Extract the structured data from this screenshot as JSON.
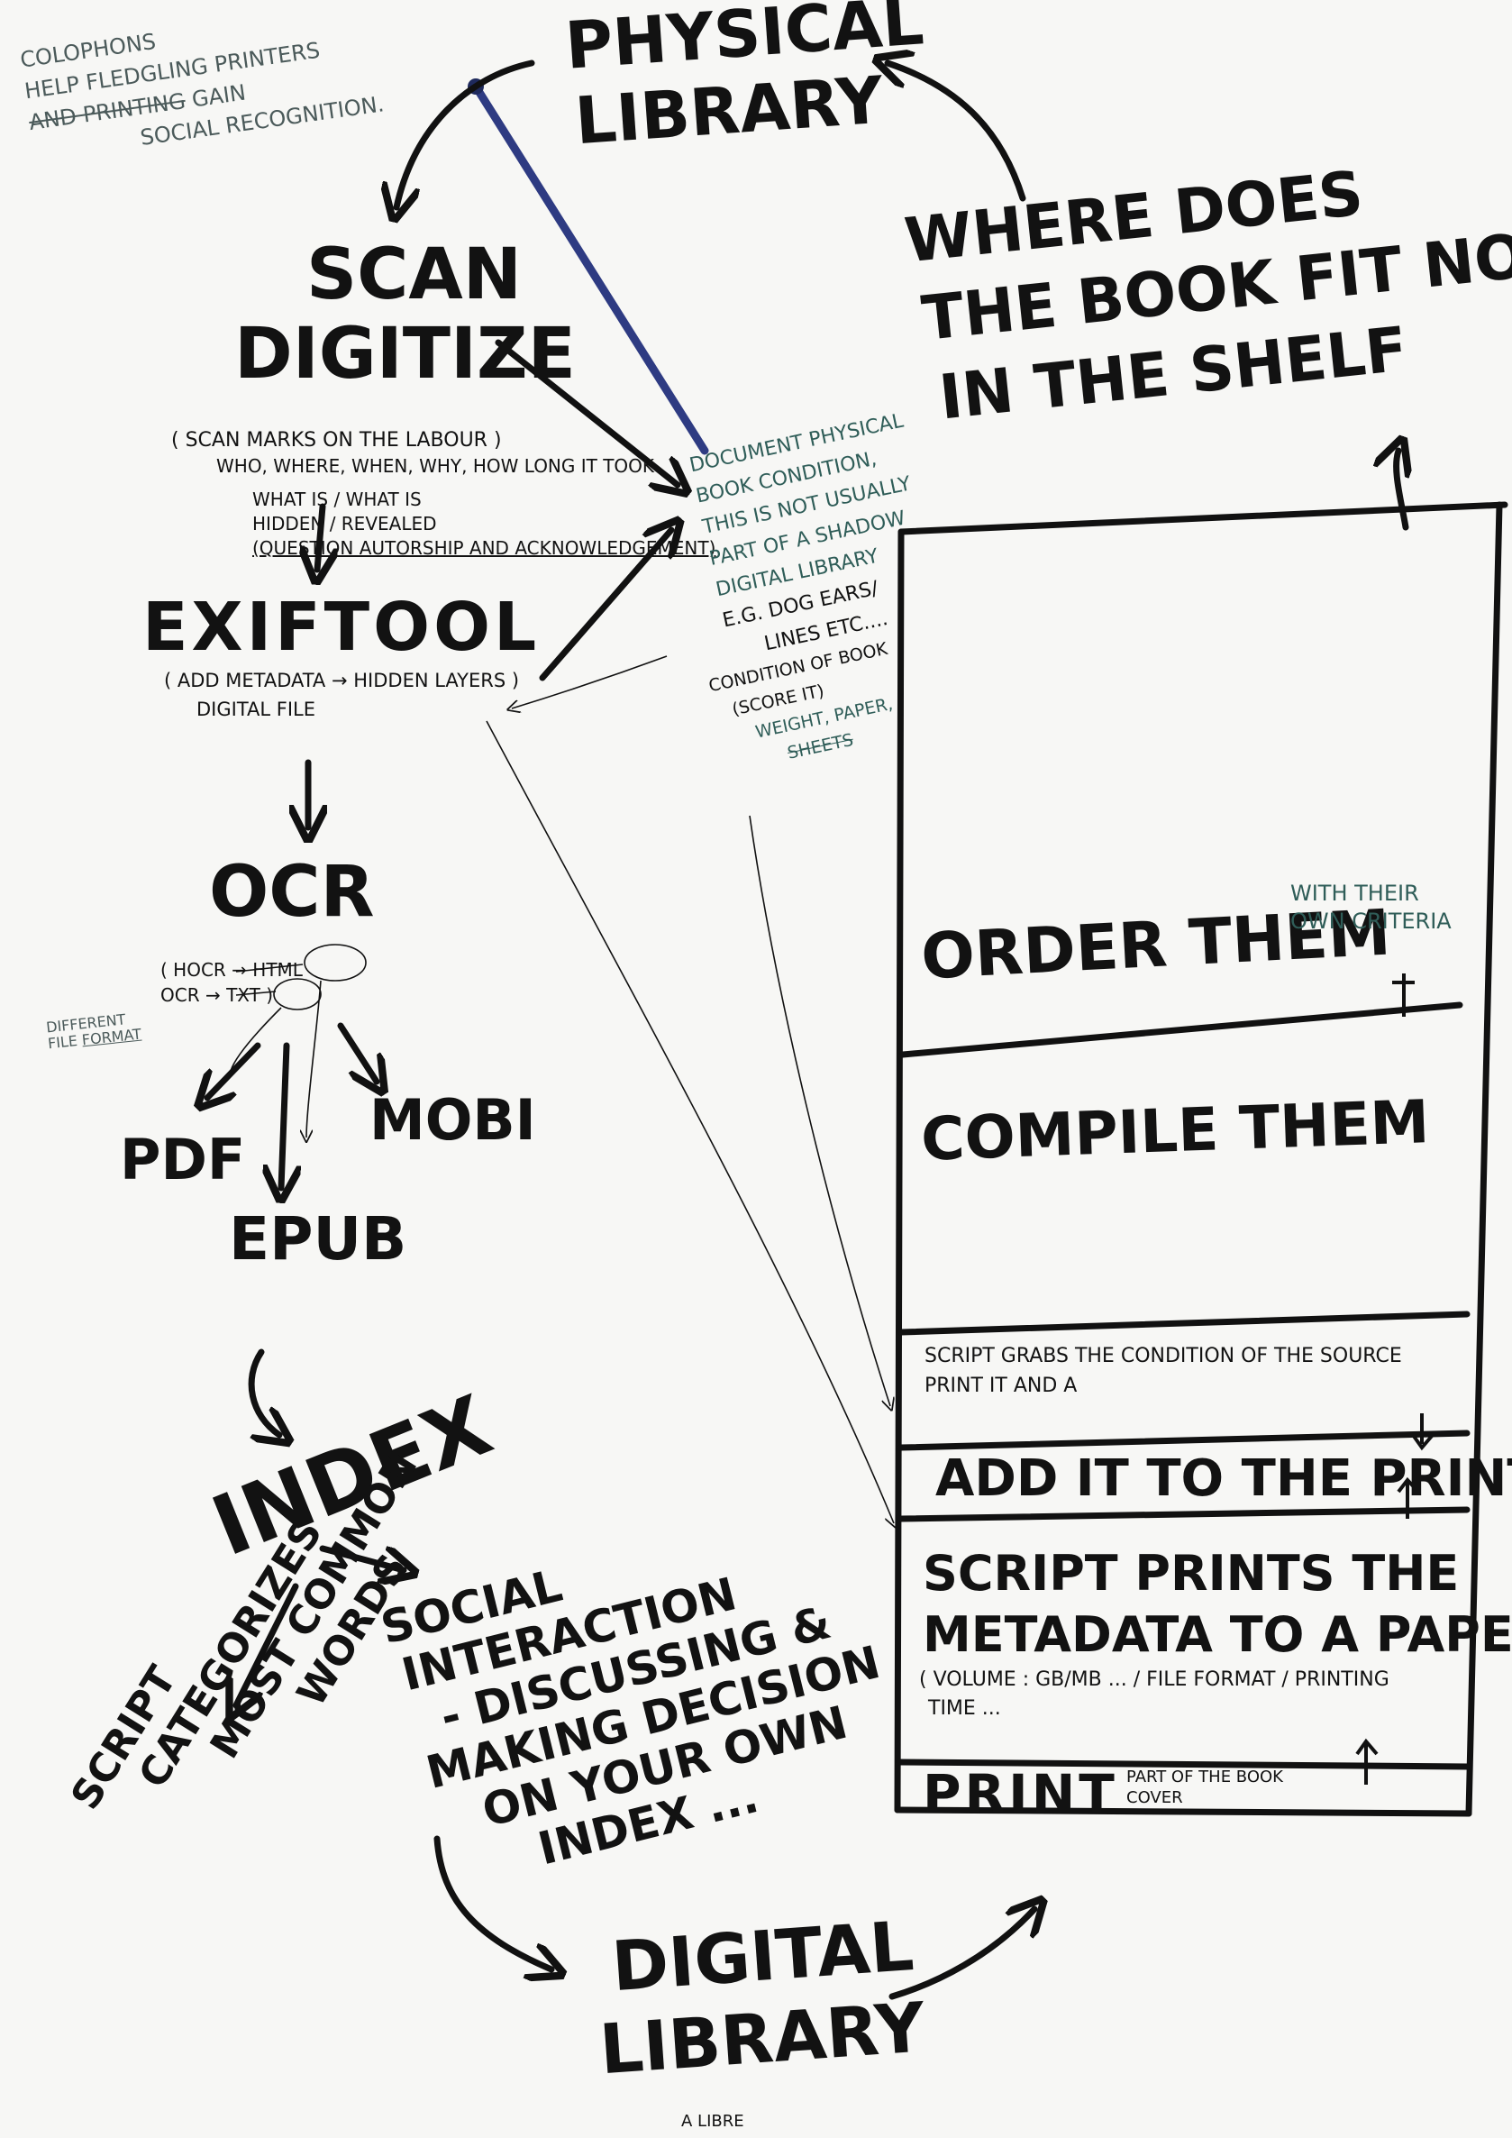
{
  "nodes": {
    "physical_library": [
      "PHYSICAL",
      "LIBRARY"
    ],
    "scan_digitize": [
      "SCAN",
      "DIGITIZE"
    ],
    "scan_note": [
      "( SCAN MARKS ON THE LABOUR )",
      "WHO, WHERE, WHEN, WHY, HOW LONG IT TOOK",
      "WHAT IS / WHAT IS",
      "HIDDEN / REVEALED",
      "(QUESTION AUTORSHIP AND ACKNOWLEDGEMENT)"
    ],
    "exiftool": "EXIFTOOL",
    "exiftool_note": [
      "( ADD METADATA → HIDDEN LAYERS )",
      "DIGITAL FILE"
    ],
    "ocr": "OCR",
    "ocr_note": [
      "( HOCR → HTML",
      "OCR → TXT )"
    ],
    "different_file_format": [
      "DIFFERENT",
      "FILE",
      "FORMAT"
    ],
    "pdf": "PDF",
    "mobi": "MOBI",
    "epub": "EPUB",
    "index": "INDEX",
    "script_categorizes": [
      "SCRIPT",
      "CATEGORIZES",
      "MOST COMMON",
      "WORDS"
    ],
    "social": [
      "SOCIAL",
      "INTERACTION",
      "- DISCUSSING &",
      "MAKING DECISION",
      "ON YOUR OWN",
      "INDEX ..."
    ],
    "digital_library": [
      "DIGITAL",
      "LIBRARY"
    ],
    "a_libre": "A LIBRE",
    "where_does": [
      "WHERE DOES",
      "THE BOOK FIT NOW",
      "IN THE SHELF"
    ],
    "colophons": [
      "COLOPHONS",
      "HELP FLEDGLING PRINTERS",
      "AND PRINTING GAIN",
      "SOCIAL RECOGNITION."
    ],
    "document_note": [
      "DOCUMENT PHYSICAL",
      "BOOK CONDITION,",
      "THIS IS NOT USUALLY",
      "PART OF A SHADOW",
      "DIGITAL LIBRARY",
      "E.G. DOG EARS/",
      "LINES ETC....",
      "CONDITION OF BOOK",
      "(SCORE IT)",
      "WEIGHT, PAPER,",
      "SHEETS"
    ]
  },
  "shelf": {
    "order_them": "ORDER THEM",
    "order_note": [
      "WITH THEIR",
      "OWN CRITERIA"
    ],
    "compile_them": "COMPILE THEM",
    "script_grabs": [
      "SCRIPT GRABS THE  CONDITION OF THE SOURCE",
      "PRINT IT AND A"
    ],
    "add_it": "ADD IT TO THE PRINTS",
    "script_prints": [
      "SCRIPT PRINTS THE",
      "METADATA TO A PAPER"
    ],
    "script_prints_note": [
      "( VOLUME : GB/MB ... /  FILE FORMAT / PRINTING",
      "TIME ..."
    ],
    "print": "PRINT",
    "print_note": [
      "PART OF THE BOOK",
      "COVER"
    ]
  }
}
